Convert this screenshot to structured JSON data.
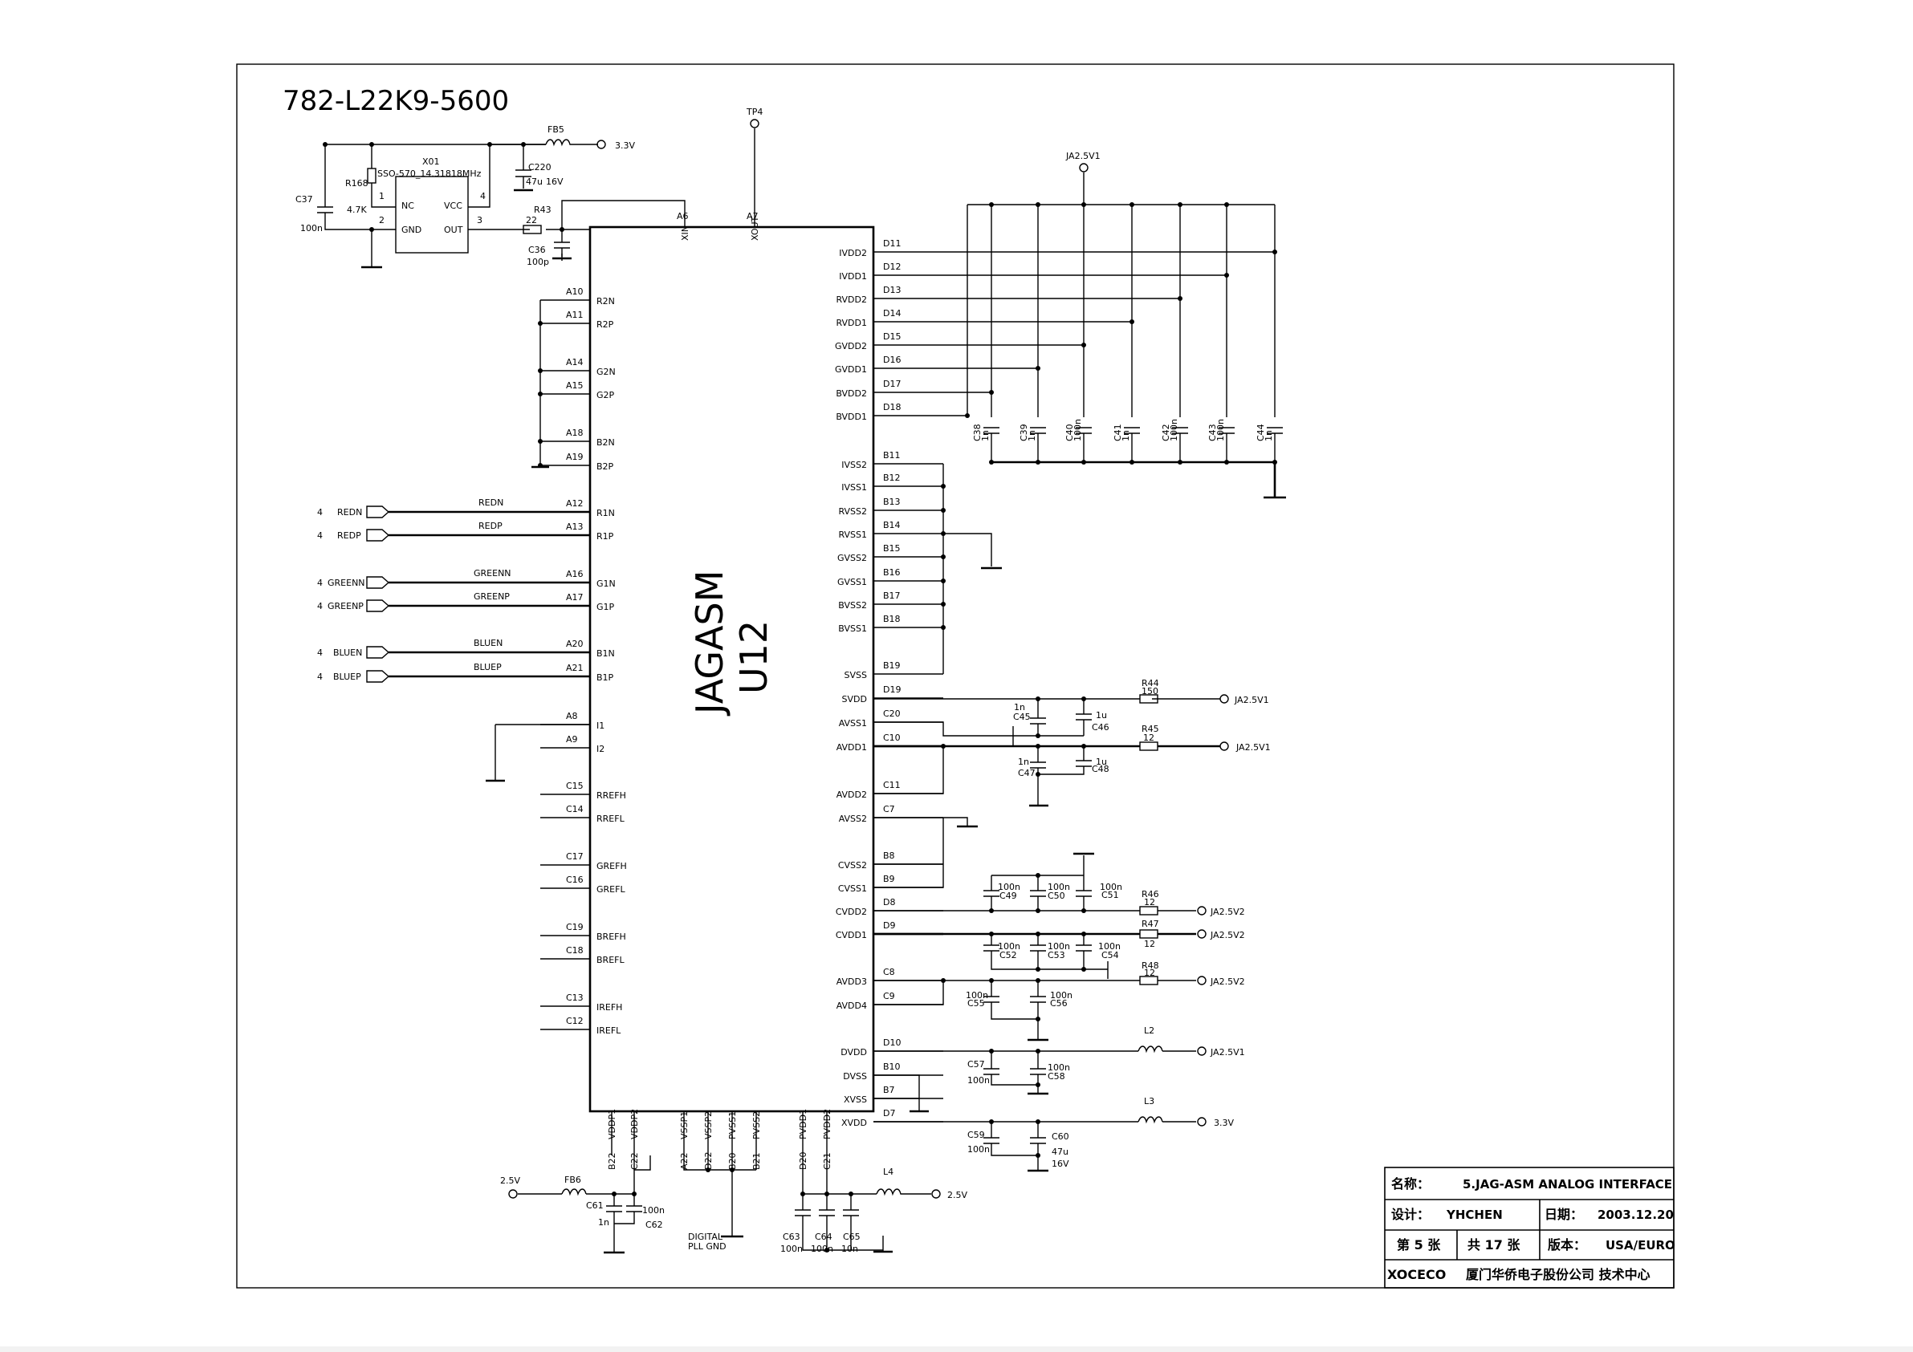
{
  "title": "782-L22K9-5600",
  "chip": {
    "name": "JAGASM",
    "designator": "U12",
    "left_pins": [
      {
        "num": "A10",
        "name": "R2N"
      },
      {
        "num": "A11",
        "name": "R2P"
      },
      {
        "num": "A14",
        "name": "G2N"
      },
      {
        "num": "A15",
        "name": "G2P"
      },
      {
        "num": "A18",
        "name": "B2N"
      },
      {
        "num": "A19",
        "name": "B2P"
      },
      {
        "num": "A12",
        "name": "R1N"
      },
      {
        "num": "A13",
        "name": "R1P"
      },
      {
        "num": "A16",
        "name": "G1N"
      },
      {
        "num": "A17",
        "name": "G1P"
      },
      {
        "num": "A20",
        "name": "B1N"
      },
      {
        "num": "A21",
        "name": "B1P"
      },
      {
        "num": "A8",
        "name": "I1"
      },
      {
        "num": "A9",
        "name": "I2"
      },
      {
        "num": "C15",
        "name": "RREFH"
      },
      {
        "num": "C14",
        "name": "RREFL"
      },
      {
        "num": "C17",
        "name": "GREFH"
      },
      {
        "num": "C16",
        "name": "GREFL"
      },
      {
        "num": "C19",
        "name": "BREFH"
      },
      {
        "num": "C18",
        "name": "BREFL"
      },
      {
        "num": "C13",
        "name": "IREFH"
      },
      {
        "num": "C12",
        "name": "IREFL"
      }
    ],
    "right_pins": [
      {
        "num": "D11",
        "name": "IVDD2"
      },
      {
        "num": "D12",
        "name": "IVDD1"
      },
      {
        "num": "D13",
        "name": "RVDD2"
      },
      {
        "num": "D14",
        "name": "RVDD1"
      },
      {
        "num": "D15",
        "name": "GVDD2"
      },
      {
        "num": "D16",
        "name": "GVDD1"
      },
      {
        "num": "D17",
        "name": "BVDD2"
      },
      {
        "num": "D18",
        "name": "BVDD1"
      },
      {
        "num": "B11",
        "name": "IVSS2"
      },
      {
        "num": "B12",
        "name": "IVSS1"
      },
      {
        "num": "B13",
        "name": "RVSS2"
      },
      {
        "num": "B14",
        "name": "RVSS1"
      },
      {
        "num": "B15",
        "name": "GVSS2"
      },
      {
        "num": "B16",
        "name": "GVSS1"
      },
      {
        "num": "B17",
        "name": "BVSS2"
      },
      {
        "num": "B18",
        "name": "BVSS1"
      },
      {
        "num": "B19",
        "name": "SVSS"
      },
      {
        "num": "D19",
        "name": "SVDD"
      },
      {
        "num": "C20",
        "name": "AVSS1"
      },
      {
        "num": "C10",
        "name": "AVDD1"
      },
      {
        "num": "C11",
        "name": "AVDD2"
      },
      {
        "num": "C7",
        "name": "AVSS2"
      },
      {
        "num": "B8",
        "name": "CVSS2"
      },
      {
        "num": "B9",
        "name": "CVSS1"
      },
      {
        "num": "D8",
        "name": "CVDD2"
      },
      {
        "num": "D9",
        "name": "CVDD1"
      },
      {
        "num": "C8",
        "name": "AVDD3"
      },
      {
        "num": "C9",
        "name": "AVDD4"
      },
      {
        "num": "D10",
        "name": "DVDD"
      },
      {
        "num": "B10",
        "name": "DVSS"
      },
      {
        "num": "B7",
        "name": "XVSS"
      },
      {
        "num": "D7",
        "name": "XVDD"
      }
    ],
    "top_pins": [
      {
        "num": "A6",
        "name": "XIN"
      },
      {
        "num": "A7",
        "name": "XOUT"
      }
    ],
    "bottom_pins": [
      {
        "num": "B22",
        "name": "VDDP1"
      },
      {
        "num": "C22",
        "name": "VDDP2"
      },
      {
        "num": "A22",
        "name": "VSSP1"
      },
      {
        "num": "D22",
        "name": "VSSP2"
      },
      {
        "num": "B20",
        "name": "PVSS1"
      },
      {
        "num": "B21",
        "name": "PVSS2"
      },
      {
        "num": "D20",
        "name": "PVDD1"
      },
      {
        "num": "C21",
        "name": "PVDD2"
      }
    ]
  },
  "inputs": [
    {
      "ref": "4",
      "port": "REDN",
      "net": "REDN"
    },
    {
      "ref": "4",
      "port": "REDP",
      "net": "REDP"
    },
    {
      "ref": "4",
      "port": "GREENN",
      "net": "GREENN"
    },
    {
      "ref": "4",
      "port": "GREENP",
      "net": "GREENP"
    },
    {
      "ref": "4",
      "port": "BLUEN",
      "net": "BLUEN"
    },
    {
      "ref": "4",
      "port": "BLUEP",
      "net": "BLUEP"
    }
  ],
  "oscillator": {
    "ref": "X01",
    "part": "SSO-570_14.31818MHz",
    "pin1": "1",
    "pin2": "2",
    "pin3": "3",
    "pin4": "4",
    "nc": "NC",
    "gnd": "GND",
    "vcc": "VCC",
    "out": "OUT"
  },
  "components": {
    "r168": "R168",
    "r168_val": "4.7K",
    "c37": "C37",
    "c37_val": "100n",
    "fb5": "FB5",
    "c220": "C220",
    "c220_val": "47u",
    "c220_v": "16V",
    "r43": "R43",
    "r43_val": "22",
    "c36": "C36",
    "c36_val": "100p",
    "tp4": "TP4",
    "r44": "R44",
    "r44_val": "150",
    "r45": "R45",
    "r45_val": "12",
    "r46": "R46",
    "r46_val": "12",
    "r47": "R47",
    "r47_val": "12",
    "r48": "R48",
    "r48_val": "12",
    "l2": "L2",
    "l3": "L3",
    "l4": "L4",
    "fb6": "FB6",
    "c45": "C45",
    "c45_val": "1n",
    "c46": "C46",
    "c46_val": "1u",
    "c47": "C47",
    "c47_val": "1n",
    "c48": "C48",
    "c48_val": "1u",
    "c49": "C49",
    "c50": "C50",
    "c51": "C51",
    "c52": "C52",
    "c53": "C53",
    "c54": "C54",
    "c55": "C55",
    "c56": "C56",
    "c57": "C57",
    "c58": "C58",
    "c59": "C59",
    "c60": "C60",
    "c60_val": "47u",
    "c60_v": "16V",
    "c61": "C61",
    "c61_val": "1n",
    "c62": "C62",
    "c62_val": "100n",
    "c63": "C63",
    "c64": "C64",
    "c65": "C65",
    "c65_val": "10n",
    "v100n": "100n",
    "v1n": "1n",
    "digital_pll_gnd_1": "DIGITAL",
    "digital_pll_gnd_2": "PLL GND"
  },
  "decoupling_caps": [
    {
      "ref": "C38",
      "val": "1n"
    },
    {
      "ref": "C39",
      "val": "1n"
    },
    {
      "ref": "C40",
      "val": "100n"
    },
    {
      "ref": "C41",
      "val": "1n"
    },
    {
      "ref": "C42",
      "val": "100n"
    },
    {
      "ref": "C43",
      "val": "100n"
    },
    {
      "ref": "C44",
      "val": "1n"
    }
  ],
  "rails": {
    "v33": "3.3V",
    "v25": "2.5V",
    "ja25v1": "JA2.5V1",
    "ja25v2": "JA2.5V2"
  },
  "title_block": {
    "name_label": "名称：",
    "name_value": "5.JAG-ASM ANALOG INTERFACE",
    "design_label": "设计：",
    "design_value": "YHCHEN",
    "date_label": "日期：",
    "date_value": "2003.12.20",
    "sheet_label": "第 5 张",
    "total_label": "共 17 张",
    "version_label": "版本：",
    "version_value": "USA/EURO",
    "company_code": "XOCECO",
    "company_name": "厦门华侨电子股份公司 技术中心"
  }
}
